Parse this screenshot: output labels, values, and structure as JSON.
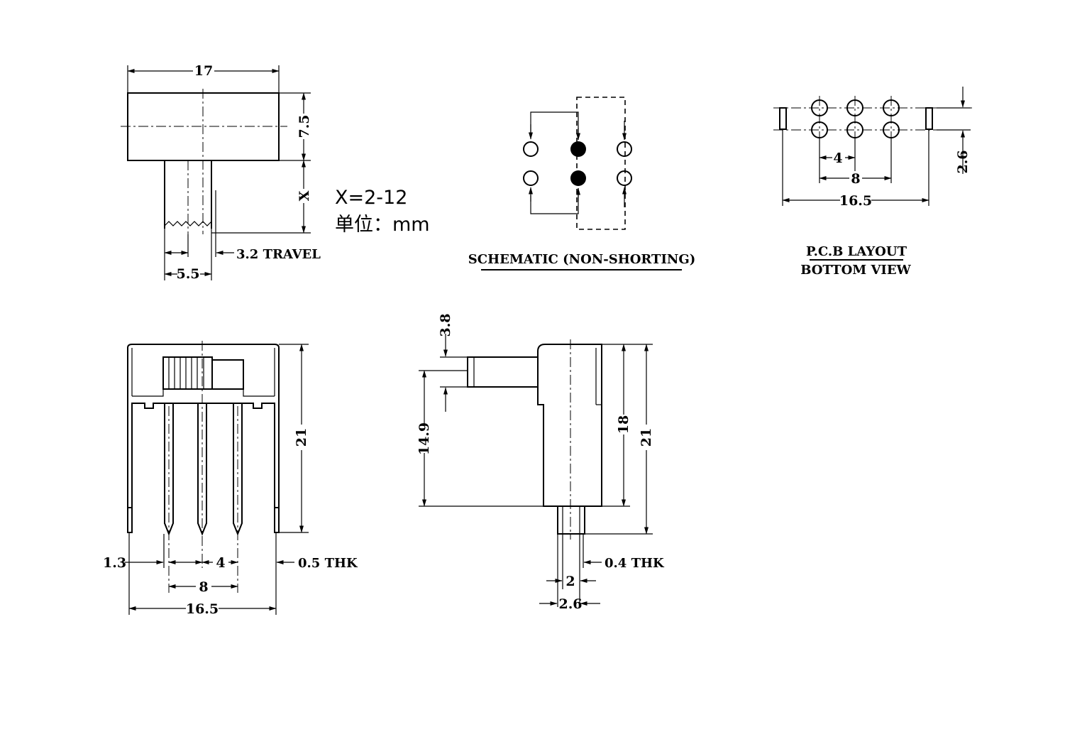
{
  "top_view": {
    "width_17": "17",
    "height_7_5": "7.5",
    "x_label": "X",
    "x_range": "X=2-12",
    "unit": "单位：mm",
    "travel": "3.2 TRAVEL",
    "actuator_width": "5.5"
  },
  "schematic": {
    "title": "SCHEMATIC (NON-SHORTING)"
  },
  "pcb_layout": {
    "pitch_4": "4",
    "pitch_8": "8",
    "width_16_5": "16.5",
    "row_2_6": "2.6",
    "title_line1": "P.C.B LAYOUT",
    "title_line2": "BOTTOM VIEW"
  },
  "front_view": {
    "height_21": "21",
    "edge_1_3": "1.3",
    "pitch_4": "4",
    "pitch_8": "8",
    "width_16_5": "16.5",
    "thickness": "0.5 THK"
  },
  "side_view": {
    "knob_3_8": "3.8",
    "height_14_9": "14.9",
    "height_18": "18",
    "height_21": "21",
    "pin_2": "2",
    "pin_2_6": "2.6",
    "thickness": "0.4 THK"
  },
  "colors": {
    "line": "#000000",
    "background": "#ffffff"
  }
}
